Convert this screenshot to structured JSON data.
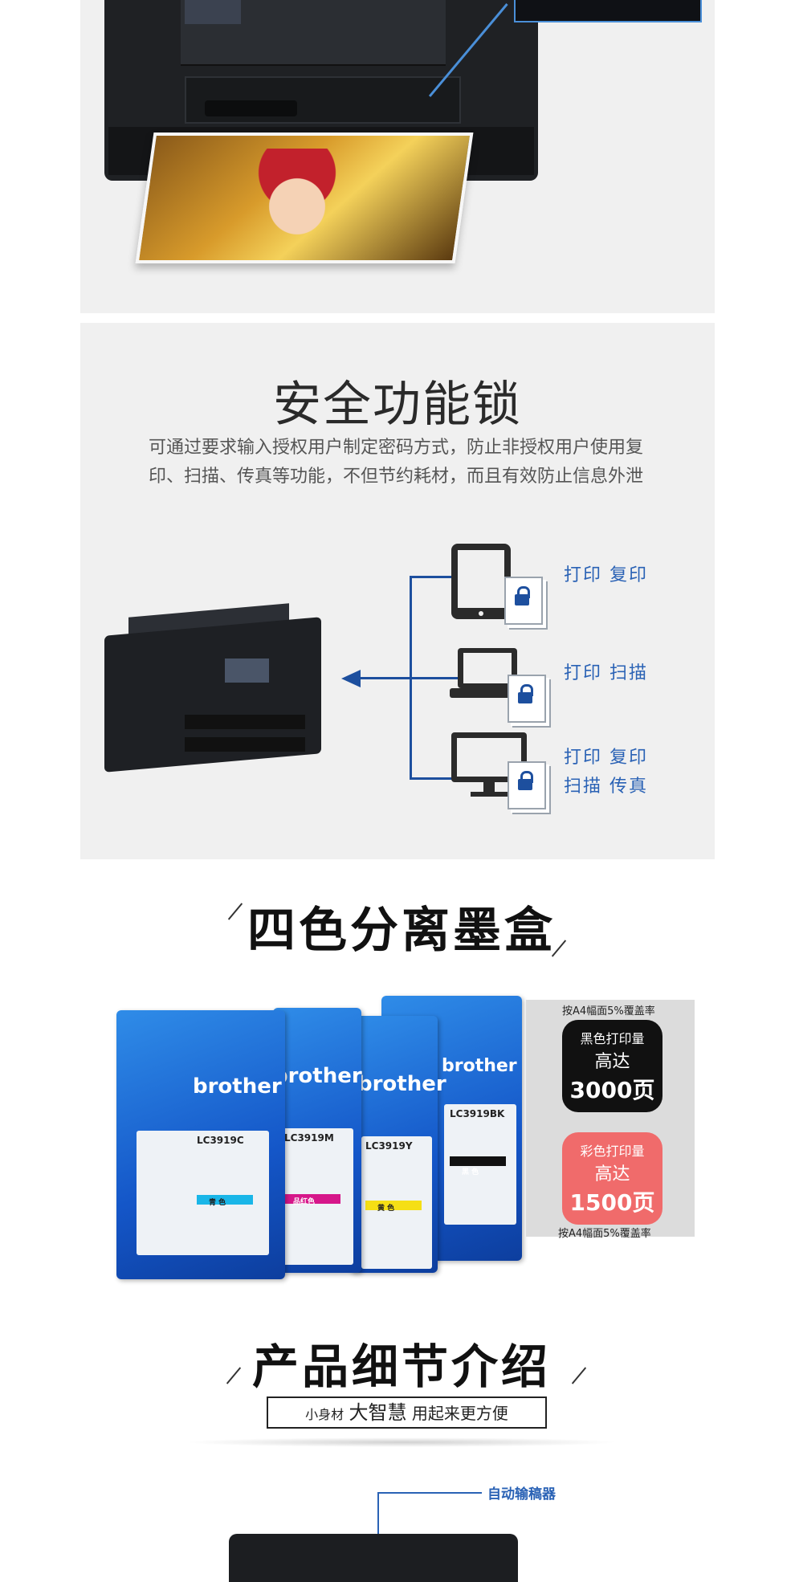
{
  "security": {
    "title": "安全功能锁",
    "description": "可通过要求输入授权用户制定密码方式，防止非授权用户使用复印、扫描、传真等功能，不但节约耗材，而且有效防止信息外泄",
    "devices": [
      {
        "icon": "tablet-icon",
        "label_line1": "打印  复印",
        "label_line2": ""
      },
      {
        "icon": "laptop-icon",
        "label_line1": "打印  扫描",
        "label_line2": ""
      },
      {
        "icon": "monitor-icon",
        "label_line1": "打印  复印",
        "label_line2": "扫描  传真"
      }
    ],
    "accent": "#1d4f9e"
  },
  "ink": {
    "title": "四色分离墨盒",
    "packs": [
      {
        "brand": "brother",
        "code": "LC3919C",
        "color_label": "青 色",
        "stripe": "#19b6e8"
      },
      {
        "brand": "brother",
        "code": "LC3919M",
        "color_label": "品红色",
        "stripe": "#d6178a"
      },
      {
        "brand": "brother",
        "code": "LC3919Y",
        "color_label": "黄 色",
        "stripe": "#f5df15"
      },
      {
        "brand": "brother",
        "code": "LC3919BK",
        "color_label": "黑 色",
        "stripe": "#111111"
      }
    ],
    "yield": {
      "note_top": "按A4幅面5%覆盖率",
      "black": {
        "label": "黑色打印量",
        "prefix": "高达",
        "value": "3000页",
        "color": "#111111"
      },
      "color": {
        "label": "彩色打印量",
        "prefix": "高达",
        "value": "1500页",
        "color": "#f06b6b"
      },
      "note_bottom": "按A4幅面5%覆盖率"
    }
  },
  "detail": {
    "title": "产品细节介绍",
    "subtitle_small": "小身材",
    "subtitle_big": "大智慧",
    "subtitle_rest": "用起来更方便",
    "feeder_label": "自动输稿器"
  }
}
